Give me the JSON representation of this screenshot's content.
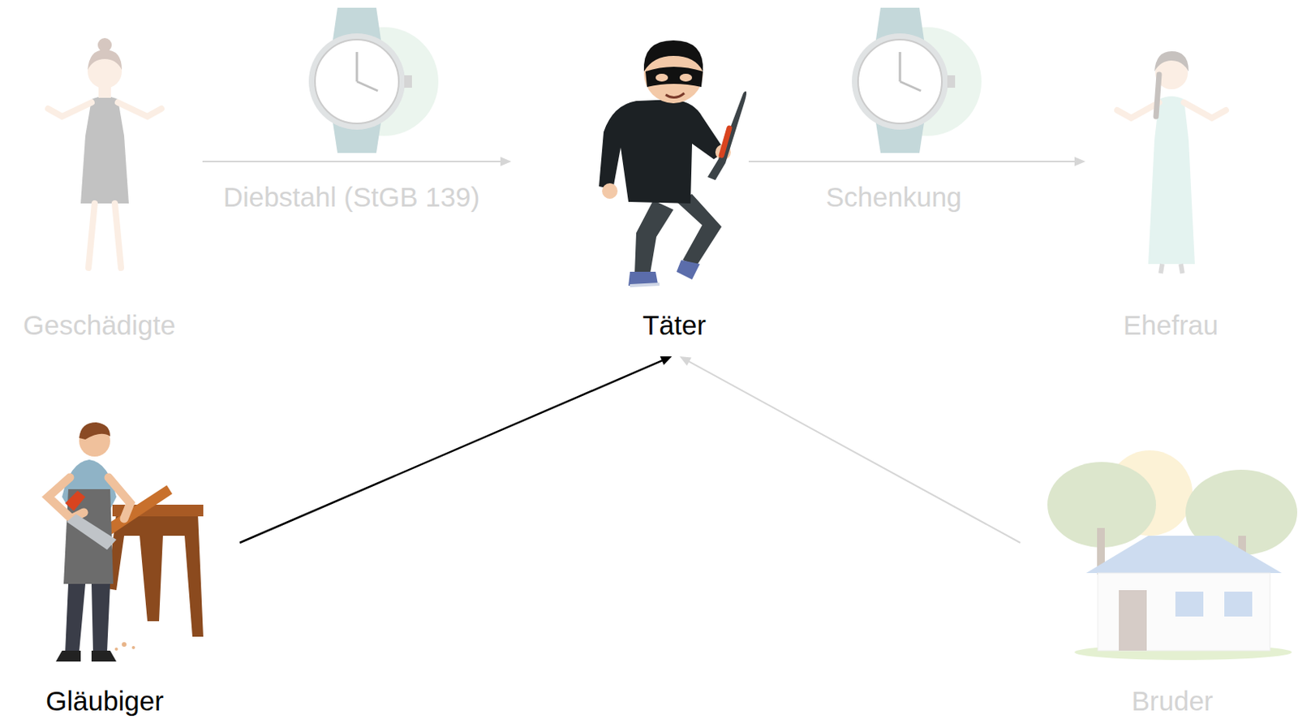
{
  "diagram": {
    "nodes": [
      {
        "text": [
          "Geschädigte"
        ]
      },
      {
        "text": [
          "Täter"
        ]
      },
      {
        "text": [
          "Ehefrau"
        ]
      },
      {
        "text": [
          "Gläubiger"
        ]
      },
      {
        "text": [
          "Bruder"
        ]
      }
    ],
    "edges": [
      {
        "from": 0,
        "to": 1,
        "arrow": "to",
        "label": "Diebstahl (StGB 139)"
      },
      {
        "from": 1,
        "to": 2,
        "arrow": "to",
        "label": "Schenkung"
      },
      {
        "from": 3,
        "to": 1,
        "arrow": "to"
      },
      {
        "from": 4,
        "to": 1,
        "arrow": "to"
      }
    ]
  }
}
